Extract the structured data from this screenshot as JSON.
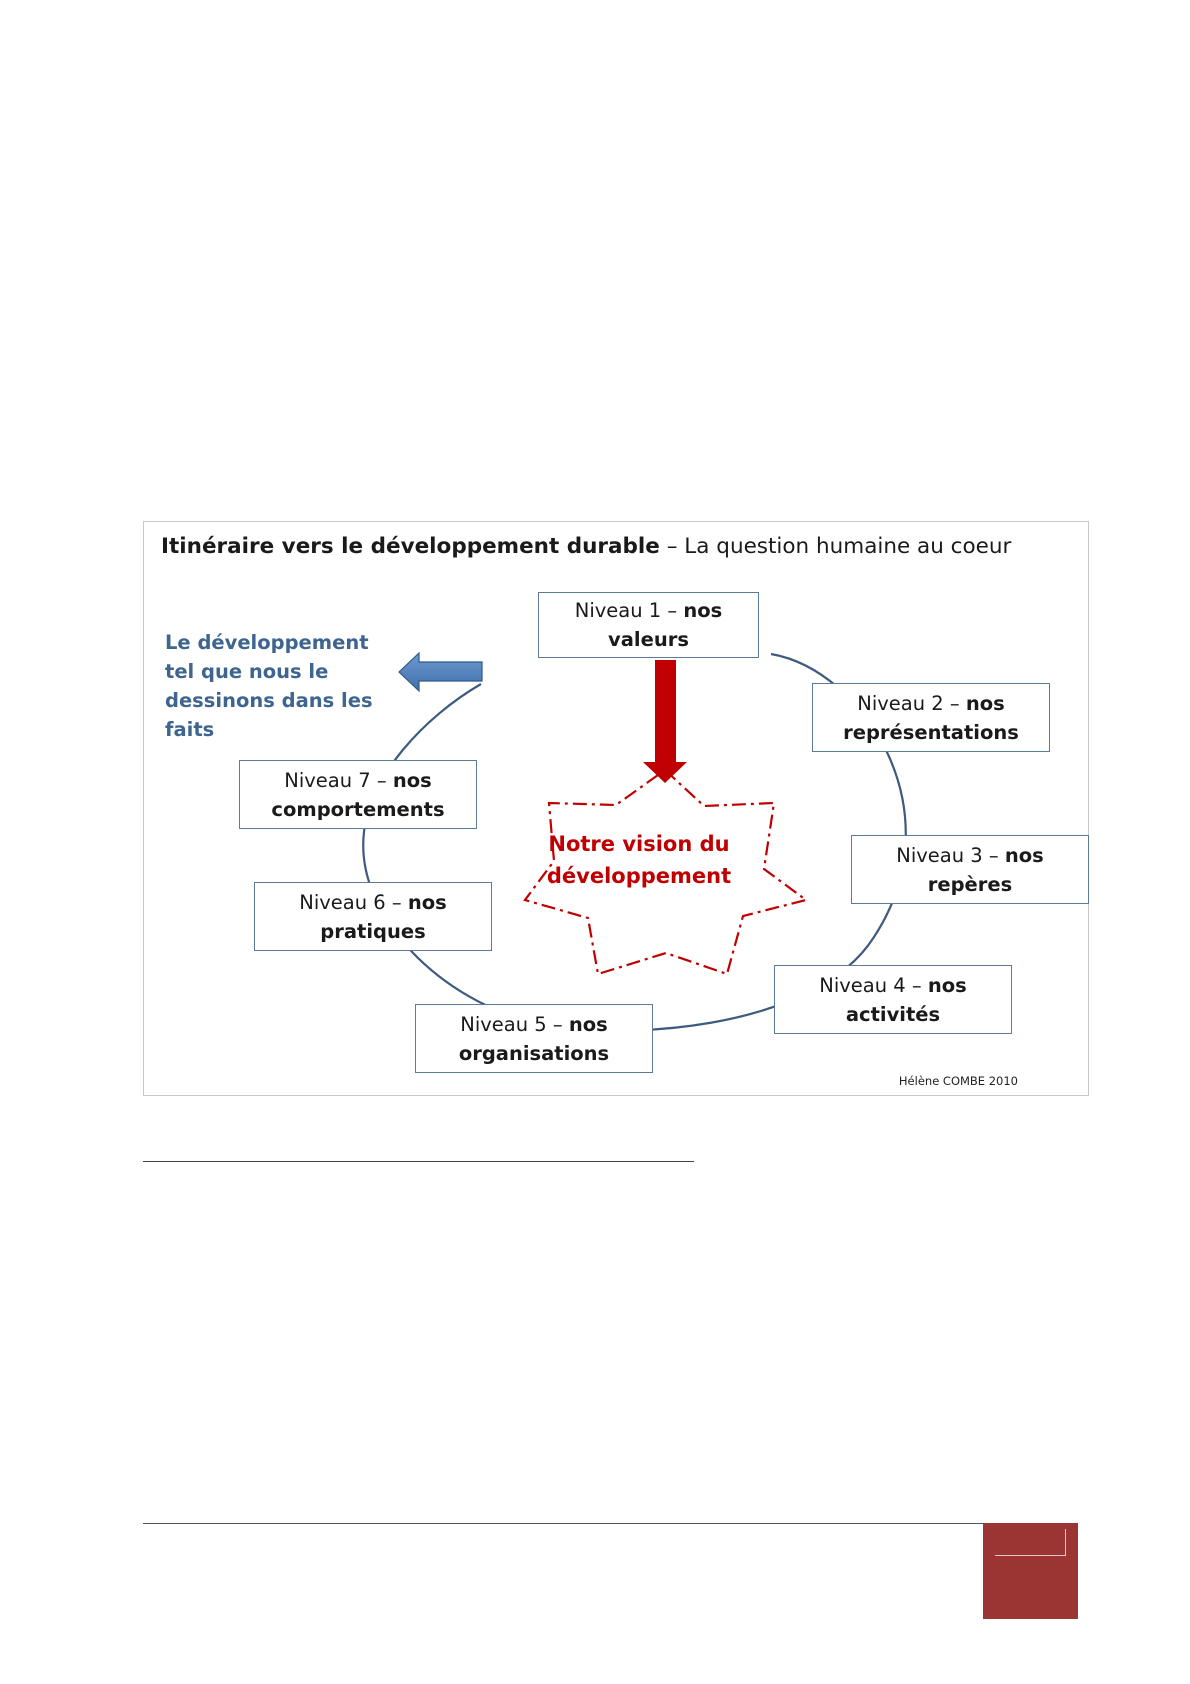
{
  "figure": {
    "title_bold": "Itinéraire vers le développement durable",
    "title_rest": " – La question humaine au coeur",
    "levels": [
      {
        "line1": "Niveau 1 – ",
        "nos": "nos",
        "line2": "valeurs"
      },
      {
        "line1": "Niveau 2 – ",
        "nos": "nos",
        "line2": "représentations"
      },
      {
        "line1": "Niveau 3 – ",
        "nos": "nos",
        "line2": "repères"
      },
      {
        "line1": "Niveau 4 – ",
        "nos": "nos",
        "line2": "activités"
      },
      {
        "line1": "Niveau 5 – ",
        "nos": "nos",
        "line2": "organisations"
      },
      {
        "line1": "Niveau 6 – ",
        "nos": "nos",
        "line2": "pratiques"
      },
      {
        "line1": "Niveau 7 – ",
        "nos": "nos",
        "line2": "comportements"
      }
    ],
    "development_label": "Le développement tel que nous le dessinons dans les faits",
    "vision": "Notre vision du développement",
    "credit": "Hélène COMBE 2010",
    "colors": {
      "cycle_line": "#3d5a80",
      "box_border": "#5d7a99",
      "left_arrow": "#4f81bd",
      "down_arrow": "#c00000",
      "star_outline": "#c00000",
      "page_tab": "#9b3534"
    }
  }
}
